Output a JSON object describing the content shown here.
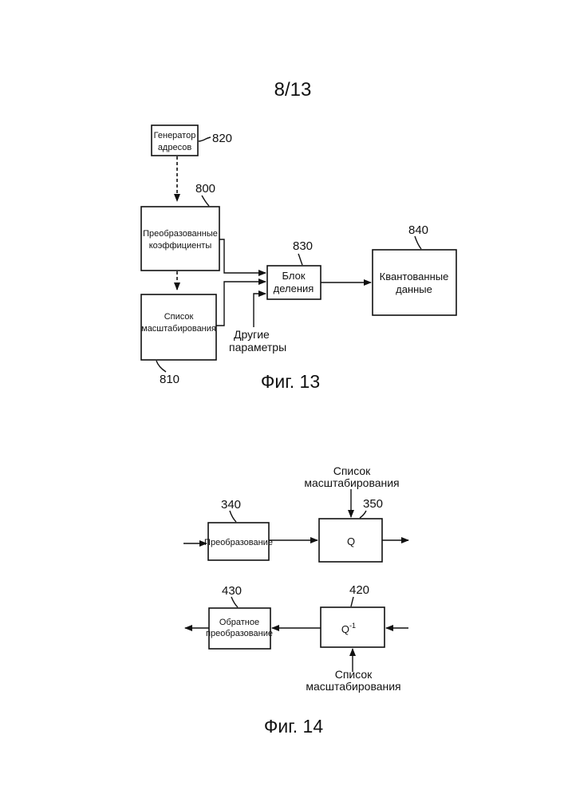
{
  "page_number": "8/13",
  "fig13": {
    "caption": "Фиг. 13",
    "address_generator": {
      "ref": "820",
      "line1": "Генератор",
      "line2": "адресов"
    },
    "transformed_coeffs": {
      "ref": "800",
      "line1": "Преобразованные",
      "line2": "коэффициенты"
    },
    "scaling_list": {
      "ref": "810",
      "line1": "Список",
      "line2": "масштабирования"
    },
    "division_block": {
      "ref": "830",
      "line1": "Блок",
      "line2": "деления"
    },
    "quantized_data": {
      "ref": "840",
      "line1": "Квантованные",
      "line2": "данные"
    },
    "other_params": {
      "line1": "Другие",
      "line2": "параметры"
    }
  },
  "fig14": {
    "caption": "Фиг. 14",
    "transform": {
      "ref": "340",
      "label": "Преобразование"
    },
    "quantizer": {
      "ref": "350",
      "label": "Q"
    },
    "scaling_list_top": {
      "line1": "Список",
      "line2": "масштабирования"
    },
    "inverse_transform": {
      "ref": "430",
      "line1": "Обратное",
      "line2": "преобразование"
    },
    "inverse_quantizer": {
      "ref": "420",
      "label": "Q",
      "sup": "-1"
    },
    "scaling_list_bottom": {
      "line1": "Список",
      "line2": "масштабирования"
    }
  }
}
